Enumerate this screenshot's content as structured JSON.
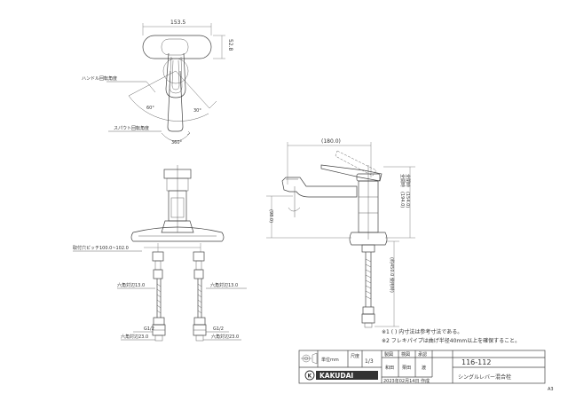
{
  "top_view": {
    "width_dim": "153.5",
    "depth_dim": "52.8",
    "handle_label": "ハンドル回転角度",
    "angle_left": "60°",
    "angle_right": "30°",
    "spout_label": "スパウト回転角度",
    "spout_angle": "360°"
  },
  "side_view": {
    "reach_dim": "(180.0)",
    "spout_height": "(98.0)",
    "lever_up_height": "(194.0)",
    "lever_down_height": "(154.0)",
    "lever_up_label": "全開時",
    "lever_down_label": "全閉時",
    "hose_length": "(約450.0 使用時)"
  },
  "front_view": {
    "mount_dim": "取付穴ピッチ100.0~102.0",
    "nut_left": "六角対辺13.0",
    "nut_right": "六角対辺13.0",
    "thread_left": "G1/2",
    "thread_right": "G1/2",
    "hex_left": "六角対辺23.0",
    "hex_right": "六角対辺23.0"
  },
  "notes": [
    "※1 ( ) 内寸法は参考寸法である。",
    "※2 フレキパイプは曲げ半径40mm以上を確保すること。"
  ],
  "title_block": {
    "unit_label": "単位mm",
    "scale_label": "尺度",
    "scale_value": "1/3",
    "header_cells": [
      "製図",
      "検図",
      "承認"
    ],
    "sign_cells": [
      "和田",
      "栗田",
      "渡"
    ],
    "product_code": "116-112",
    "product_name": "シングルレバー混合栓",
    "brand": "KAKUDAI",
    "date": "2023年02月14日 作成"
  },
  "sheet_size": "A3"
}
